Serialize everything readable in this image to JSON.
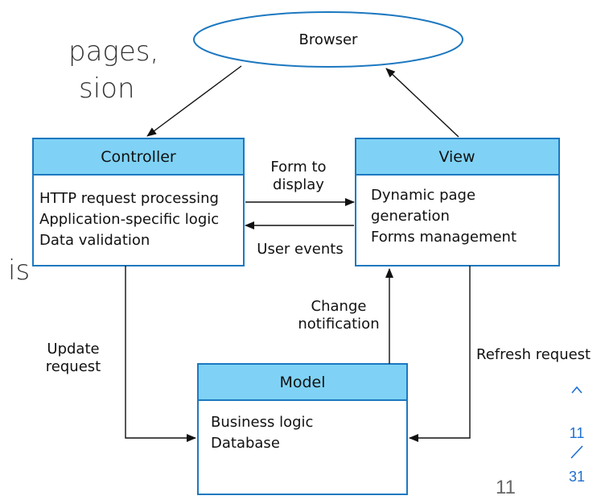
{
  "background_text": [
    "pages,",
    "sion",
    "is"
  ],
  "nodes": {
    "browser": {
      "label": "Browser"
    },
    "controller": {
      "title": "Controller",
      "lines": [
        "HTTP request processing",
        "Application-specific logic",
        "Data validation"
      ]
    },
    "view": {
      "title": "View",
      "lines": [
        "Dynamic page",
        "generation",
        "Forms management"
      ]
    },
    "model": {
      "title": "Model",
      "lines": [
        "Business logic",
        "Database"
      ]
    }
  },
  "edges": {
    "form_to_display": [
      "Form to",
      "display"
    ],
    "user_events": "User events",
    "change_notification": [
      "Change",
      "notification"
    ],
    "update_request": [
      "Update",
      "request"
    ],
    "refresh_request": "Refresh request"
  },
  "navigation": {
    "current": "11",
    "separator": "/",
    "total": "31",
    "up_icon": "chevron-up-icon"
  },
  "page_number": "11",
  "colors": {
    "box_border": "#1c78c0",
    "header_fill": "#7fd2f5",
    "nav_blue": "#1f6fd1"
  }
}
